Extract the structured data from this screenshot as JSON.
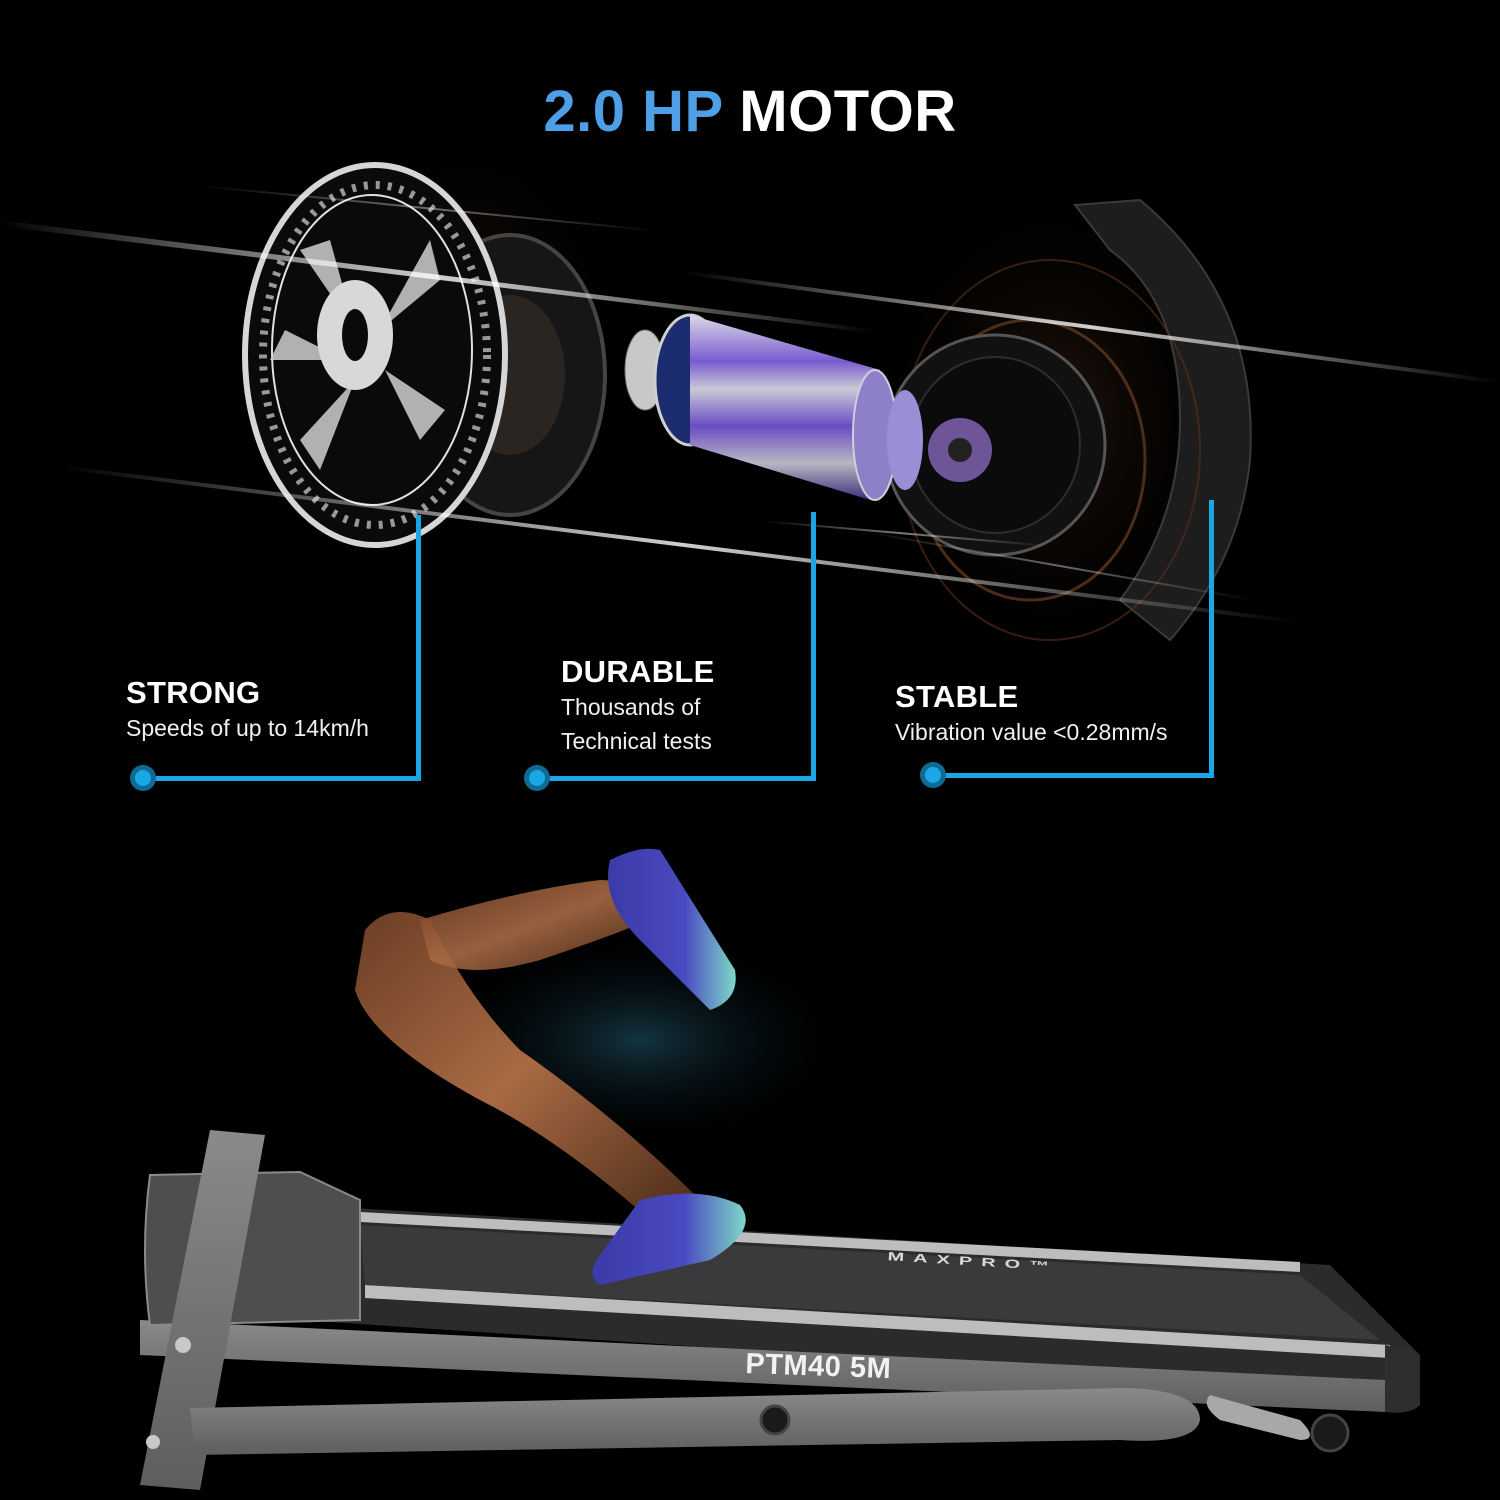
{
  "headline": {
    "accent_text": "2.0 HP",
    "main_text": "MOTOR",
    "accent_color": "#4f9fe6",
    "main_color": "#ffffff"
  },
  "callouts": [
    {
      "title": "STRONG",
      "description_lines": [
        "Speeds of up to 14km/h"
      ]
    },
    {
      "title": "DURABLE",
      "description_lines": [
        "Thousands of",
        "Technical tests"
      ]
    },
    {
      "title": "STABLE",
      "description_lines": [
        "Vibration value <0.28mm/s"
      ]
    }
  ],
  "callout_line_color": "#1ba7e6",
  "background_color": "#000000",
  "images": {
    "motor": "exploded-dc-motor-illustration",
    "runner": "runner-legs-in-blue-running-shoes",
    "treadmill": "folding-treadmill-side-view"
  },
  "treadmill": {
    "model_label": "PTM40 5M",
    "brand_label": "MAXPRO™"
  }
}
